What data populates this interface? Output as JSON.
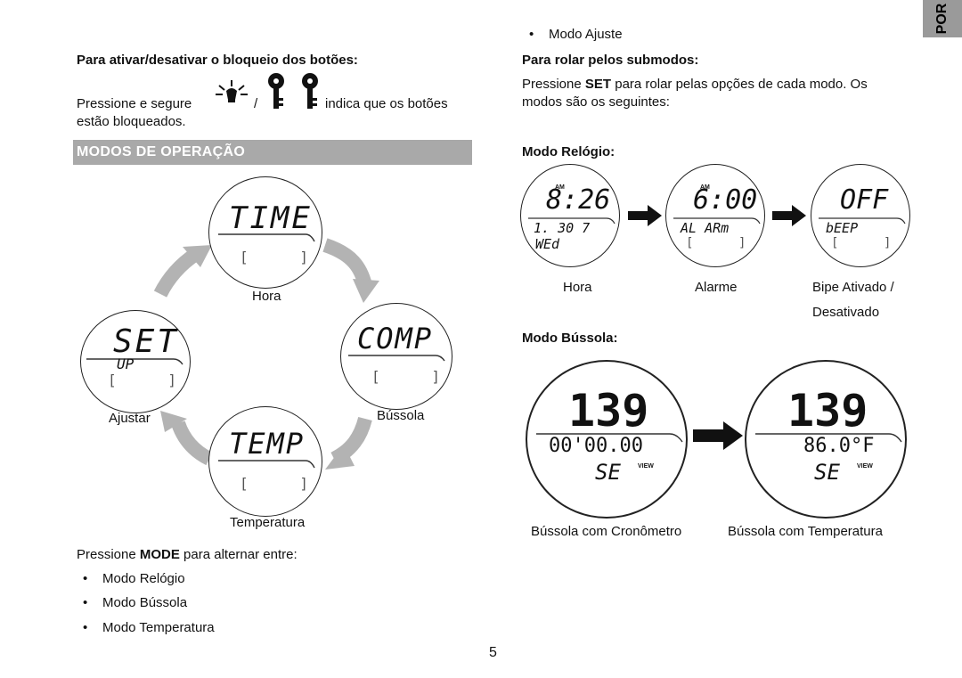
{
  "tab_label": "POR",
  "page_number": "5",
  "left": {
    "lock_heading": "Para ativar/desativar o bloqueio dos botões:",
    "lock_text_a": "Pressione e segure",
    "lock_slash": "/",
    "lock_text_b": "indica que os botões",
    "lock_text_c": "estão bloqueados.",
    "section_title": "MODOS DE OPERAÇÃO",
    "diagram": {
      "time": {
        "lcd": "TIME",
        "label": "Hora"
      },
      "comp": {
        "lcd": "COMP",
        "label": "Bússola"
      },
      "temp": {
        "lcd": "TEMP",
        "label": "Temperatura"
      },
      "set": {
        "lcd": "SET",
        "lcd2": "UP",
        "label": "Ajustar"
      }
    },
    "mode_intro_a": "Pressione ",
    "mode_intro_key": "MODE",
    "mode_intro_b": " para alternar entre:",
    "modes": [
      "Modo Relógio",
      "Modo Bússola",
      "Modo Temperatura"
    ]
  },
  "right": {
    "top_bullet": "Modo Ajuste",
    "scroll_heading": "Para rolar pelos submodos:",
    "scroll_a": "Pressione ",
    "scroll_key": "SET",
    "scroll_b": " para rolar pelas opções de cada modo. Os",
    "scroll_c": "modos são os seguintes:",
    "clock_heading": "Modo Relógio:",
    "clock_dials": [
      {
        "am": "AM",
        "main": "8:26",
        "sub": "1. 30 7",
        "sub2": "WEd",
        "label": "Hora"
      },
      {
        "am": "AM",
        "main": "6:00",
        "sub": "AL ARm",
        "sub2": "",
        "label": "Alarme"
      },
      {
        "am": "",
        "main": "OFF",
        "sub": "bEEP",
        "sub2": "",
        "label": "Bipe Ativado /",
        "label2": "Desativado"
      }
    ],
    "compass_heading": "Modo Bússola:",
    "compass_dials": [
      {
        "main": "139",
        "sub": "00'00.00",
        "dir": "SE",
        "view": "VIEW",
        "label": "Bússola com Cronômetro"
      },
      {
        "main": "139",
        "sub": "86.0°F",
        "dir": "SE",
        "view": "VIEW",
        "label": "Bússola com Temperatura"
      }
    ]
  }
}
